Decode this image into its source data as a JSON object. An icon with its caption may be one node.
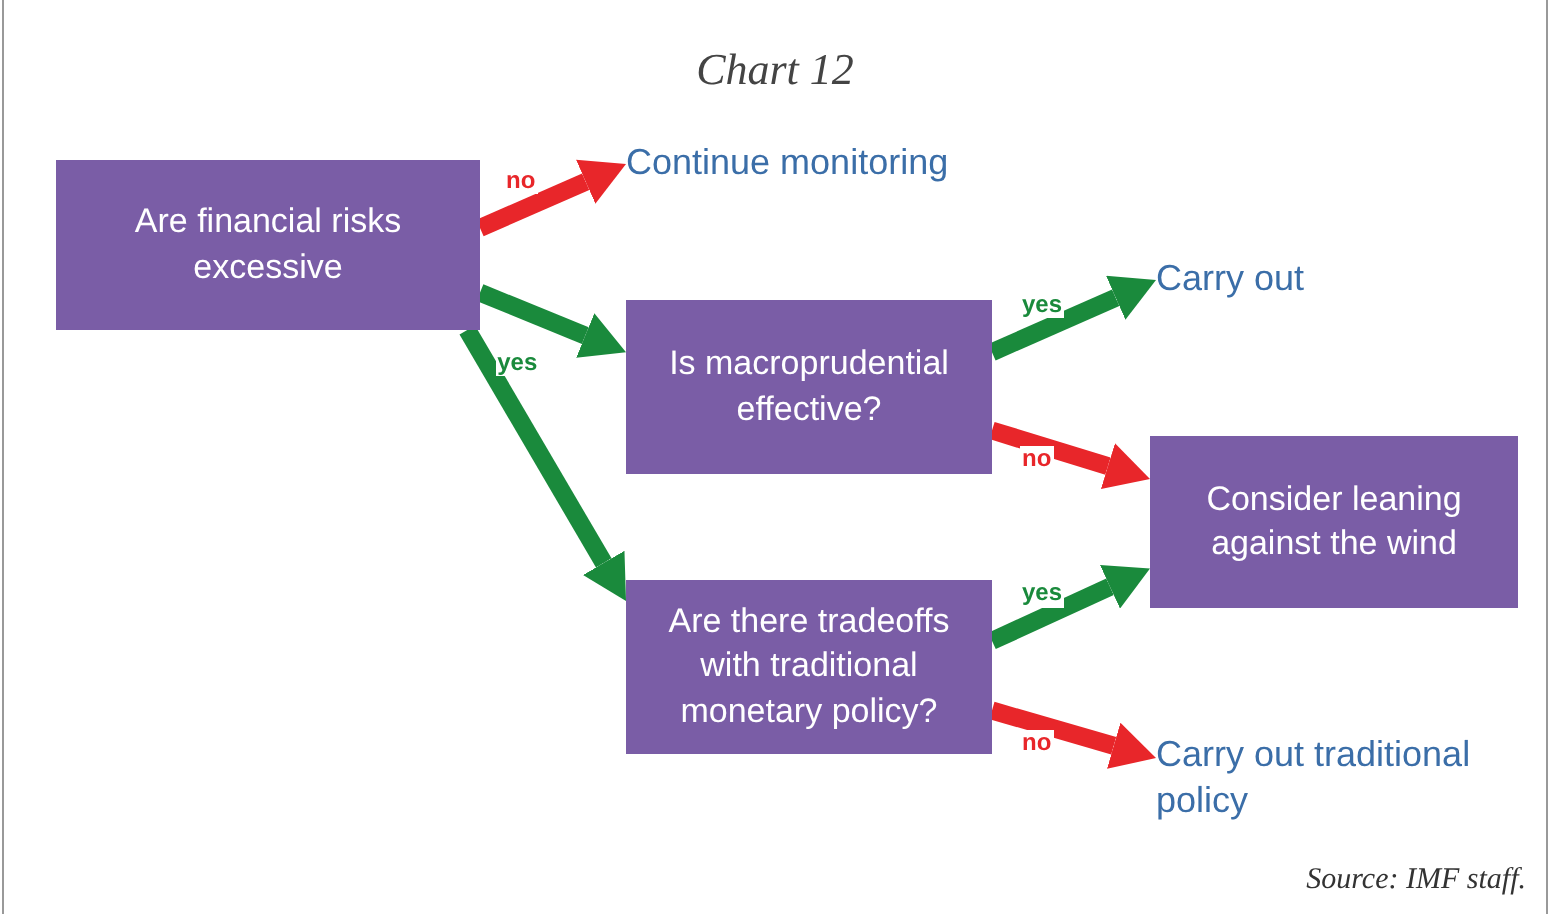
{
  "diagram": {
    "title": "Chart 12",
    "caption": "Source: IMF staff.",
    "nodes": [
      {
        "text": [
          "Are financial risks excessive"
        ]
      },
      {
        "text": [
          "Continue monitoring"
        ]
      },
      {
        "text": [
          "Is macroprudential effective?"
        ]
      },
      {
        "text": [
          "Carry out"
        ]
      },
      {
        "text": [
          "Consider leaning against the wind"
        ]
      },
      {
        "text": [
          "Are there tradeoffs with traditional monetary policy?"
        ]
      },
      {
        "text": [
          "Carry out traditional policy"
        ]
      }
    ],
    "edges": [
      {
        "from": 0,
        "to": 1,
        "arrow": "to",
        "label": "no",
        "color": "#e8262a"
      },
      {
        "from": 0,
        "to": 2,
        "arrow": "to"
      },
      {
        "from": 0,
        "to": 5,
        "arrow": "to",
        "label": "yes"
      },
      {
        "from": 2,
        "to": 3,
        "arrow": "to",
        "label": "yes"
      },
      {
        "from": 2,
        "to": 4,
        "arrow": "to",
        "label": "no",
        "color": "#e8262a"
      },
      {
        "from": 5,
        "to": 4,
        "arrow": "to",
        "label": "yes"
      },
      {
        "from": 5,
        "to": 6,
        "arrow": "to",
        "label": "no",
        "color": "#e8262a"
      }
    ]
  }
}
